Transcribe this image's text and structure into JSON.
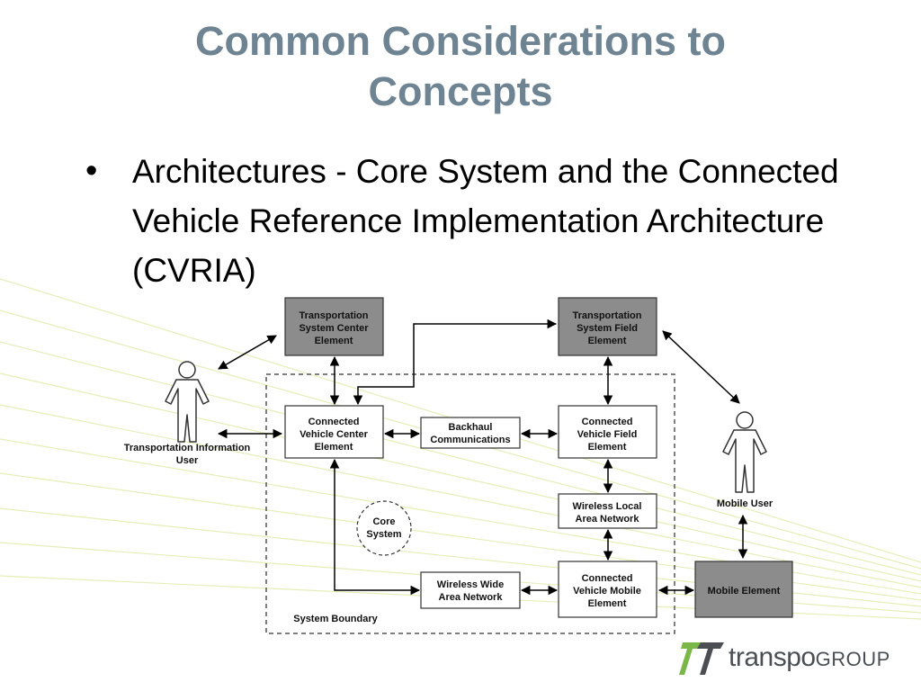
{
  "slide": {
    "title_line1": "Common Considerations to",
    "title_line2": "Concepts",
    "bullet_text": "Architectures - Core System and the Connected Vehicle Reference Implementation Architecture (CVRIA)"
  },
  "diagram": {
    "boxes": {
      "tsc": [
        "Transportation",
        "System Center",
        "Element"
      ],
      "tsf": [
        "Transportation",
        "System Field",
        "Element"
      ],
      "cvc": [
        "Connected",
        "Vehicle Center",
        "Element"
      ],
      "backhaul": [
        "Backhaul",
        "Communications"
      ],
      "cvf": [
        "Connected",
        "Vehicle Field",
        "Element"
      ],
      "wlan": [
        "Wireless Local",
        "Area Network"
      ],
      "core": [
        "Core",
        "System"
      ],
      "wwan": [
        "Wireless Wide",
        "Area Network"
      ],
      "cvm": [
        "Connected",
        "Vehicle Mobile",
        "Element"
      ],
      "mobile_element": "Mobile Element"
    },
    "actors": {
      "tiu": [
        "Transportation Information",
        "User"
      ],
      "mobile_user": "Mobile User"
    },
    "system_boundary_label": "System Boundary",
    "colors": {
      "shaded_box": "#8c8c8c",
      "plain_box": "#ffffff",
      "line": "#000000"
    }
  },
  "logo": {
    "name_lower": "transpo",
    "name_upper": "GROUP",
    "colors": {
      "mark_green": "#7ab648",
      "mark_grey": "#4b4f54"
    }
  }
}
